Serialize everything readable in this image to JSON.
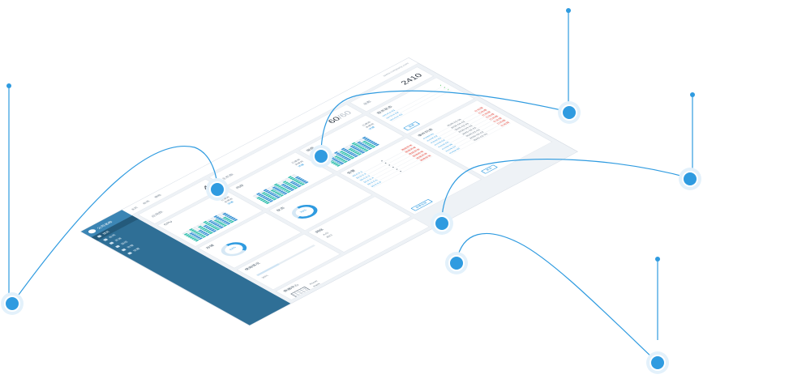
{
  "brand": {
    "logo_text": "公司名称"
  },
  "sidebar": {
    "items": [
      {
        "label": "首页",
        "active": true
      },
      {
        "label": "应用",
        "active": false
      },
      {
        "label": "资源",
        "active": false
      },
      {
        "label": "监控",
        "active": false
      },
      {
        "label": "告警",
        "active": false
      },
      {
        "label": "设置",
        "active": false
      }
    ]
  },
  "topbar": {
    "tabs": [
      "主页",
      "应用",
      "帮助"
    ],
    "url": "www.company.com"
  },
  "stats": [
    {
      "label": "应用数",
      "value": "4",
      "suffix": ""
    },
    {
      "label": "主机数",
      "value": "60",
      "suffix": "/60"
    },
    {
      "label": "总数",
      "value": "2410",
      "suffix": ""
    }
  ],
  "panels": {
    "cpu": {
      "title": "CPU",
      "legend": [
        "已使用",
        "未使用"
      ],
      "link": "详情",
      "levels": [
        7,
        6,
        8,
        5,
        7,
        6,
        8,
        7,
        6,
        8,
        5,
        7
      ]
    },
    "memory": {
      "title": "内存",
      "legend": [
        "已使用",
        "未使用"
      ],
      "link": "详情",
      "levels": [
        6,
        8,
        7,
        8,
        6,
        7,
        8,
        6,
        7,
        5,
        8,
        6
      ]
    },
    "disk": {
      "title": "磁盘",
      "legend": [
        "已使用",
        "未使用"
      ],
      "link": "详情",
      "levels": [
        8,
        7,
        6,
        8,
        7,
        8,
        6,
        7,
        8,
        7,
        6,
        8
      ]
    },
    "network": {
      "title": "网络",
      "items": [
        "入口",
        "出口"
      ]
    },
    "storage": {
      "title": "存储",
      "donut_value": "42%",
      "donut_fraction": 0.42
    },
    "status": {
      "title": "状态",
      "donut_value": "70%",
      "donut_fraction": 0.7
    },
    "usage": {
      "title": "使用情况",
      "progress": 0.38,
      "row": "36%"
    },
    "building": {
      "title": "数据中心",
      "keys": [
        "Room",
        "Rack",
        "IP"
      ]
    },
    "alerts": {
      "title": "告警",
      "button": "查看全部",
      "rows": [
        [
          "10.0.0.1",
          "●",
          "连接异常"
        ],
        [
          "10.0.0.2",
          "●",
          "连接异常"
        ],
        [
          "10.0.0.3",
          "●",
          "连接异常"
        ],
        [
          "10.0.0.4",
          "●",
          "连接异常"
        ],
        [
          "10.0.0.5",
          "●",
          "连接异常"
        ],
        [
          "10.0.0.6",
          "●",
          "连接异常"
        ]
      ]
    },
    "services": {
      "title": "服务状态",
      "button": "查看",
      "rows": [
        [
          "service-01",
          "✔"
        ],
        [
          "service-02",
          "✔"
        ],
        [
          "service-03",
          "✔"
        ]
      ]
    },
    "events": {
      "title": "事件列表",
      "button": "更多",
      "rows": [
        [
          "event-01",
          "2020-01-01",
          "已处理"
        ],
        [
          "event-02",
          "2020-01-01",
          "已处理"
        ],
        [
          "event-03",
          "2020-01-01",
          "已处理"
        ],
        [
          "event-04",
          "2020-01-01",
          "已处理"
        ],
        [
          "event-05",
          "2020-01-01",
          "已处理"
        ],
        [
          "event-06",
          "2020-01-01",
          "已处理"
        ],
        [
          "event-07",
          "2020-01-01",
          "已处理"
        ],
        [
          "event-08",
          "2020-01-01",
          "已处理"
        ]
      ]
    }
  },
  "colors": {
    "accent": "#2f9be0",
    "sidebar": "#2f6f96",
    "teal": "#36c0b0",
    "alert": "#e0463c",
    "ok": "#5cc56a"
  }
}
